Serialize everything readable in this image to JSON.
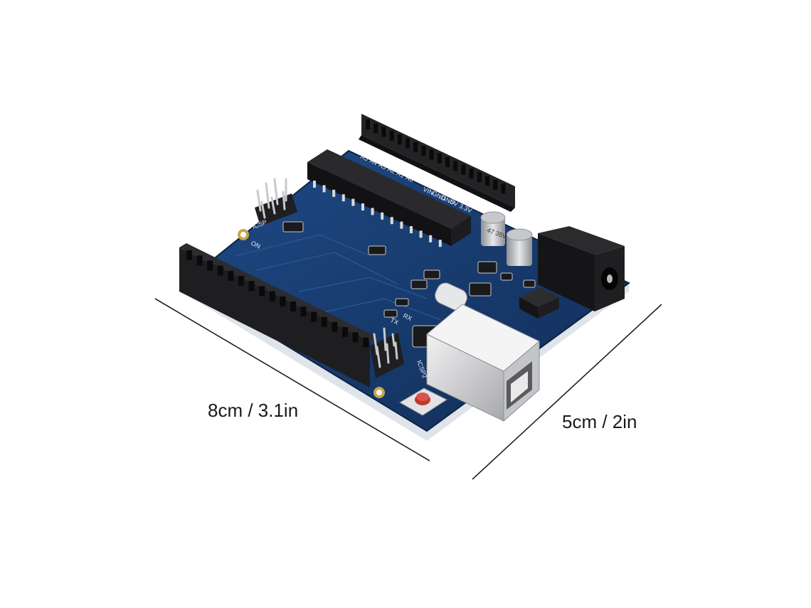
{
  "dimensions": {
    "length_label": "8cm / 3.1in",
    "width_label": "5cm / 2in"
  },
  "board": {
    "silkscreen": {
      "analog_pins": [
        "A5",
        "A4",
        "A3",
        "A2",
        "A1",
        "A0"
      ],
      "power_pins": [
        "VIN",
        "GND",
        "GND",
        "5V",
        "3.3V"
      ],
      "icsp": "ICSP",
      "on": "ON",
      "tx": "TX",
      "rx": "RX",
      "icsp2": "ICSP2",
      "capacitor": "47 35V"
    }
  },
  "colors": {
    "pcb": "#16386b",
    "pcb_edge": "#e9edf2",
    "header": "#1b1b1d",
    "chip": "#161618",
    "usb_metal": "#d9d9db",
    "reset_button": "#c0392b"
  }
}
